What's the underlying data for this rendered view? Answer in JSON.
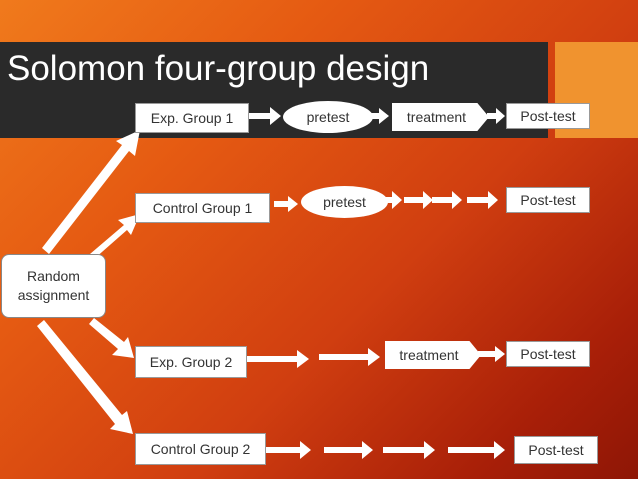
{
  "title": "Solomon four-group design",
  "random_assignment": [
    "Random",
    "assignment"
  ],
  "groups": {
    "exp1": "Exp. Group 1",
    "control1": "Control Group 1",
    "exp2": "Exp. Group 2",
    "control2": "Control Group 2"
  },
  "steps": {
    "pretest": "pretest",
    "treatment": "treatment",
    "posttest": "Post-test"
  },
  "colors": {
    "background_light": "#f07a1c",
    "background_dark": "#8e1605",
    "title_bar": "#2a2a2a",
    "accent": "#f0932f"
  }
}
